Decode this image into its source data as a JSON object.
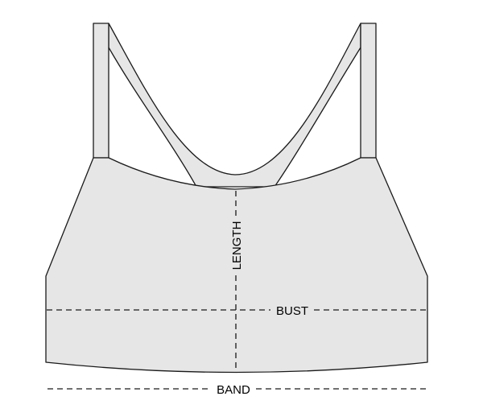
{
  "diagram": {
    "title": "Sports bra measurement diagram",
    "labels": {
      "length": "LENGTH",
      "bust": "BUST",
      "band": "BAND"
    },
    "colors": {
      "fabric": "#e6e6e6",
      "outline": "#1a1a1a",
      "background": "#ffffff"
    }
  }
}
